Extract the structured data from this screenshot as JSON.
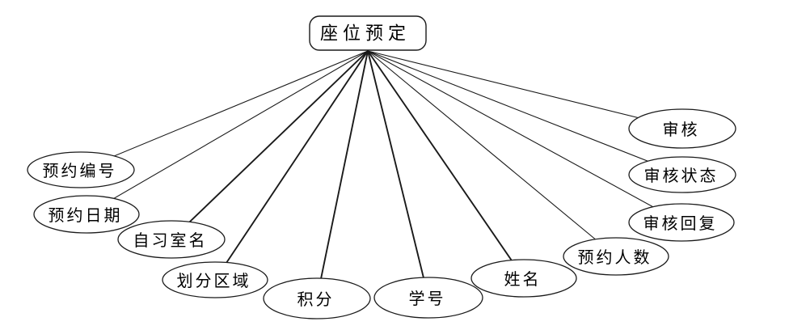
{
  "diagram": {
    "type": "er-attribute-diagram",
    "entity": {
      "label": "座位预定"
    },
    "attributes": [
      {
        "id": "reservation-number",
        "label": "预约编号"
      },
      {
        "id": "reservation-date",
        "label": "预约日期"
      },
      {
        "id": "study-room-name",
        "label": "自习室名"
      },
      {
        "id": "partition-area",
        "label": "划分区域"
      },
      {
        "id": "points",
        "label": "积分"
      },
      {
        "id": "student-id",
        "label": "学号"
      },
      {
        "id": "student-name",
        "label": "姓名"
      },
      {
        "id": "reservation-people",
        "label": "预约人数"
      },
      {
        "id": "review-reply",
        "label": "审核回复"
      },
      {
        "id": "review-status",
        "label": "审核状态"
      },
      {
        "id": "review",
        "label": "审核"
      }
    ],
    "colors": {
      "background": "#ffffff",
      "node_fill": "#ffffff",
      "stroke": "#1a1a1a",
      "text": "#000000"
    }
  }
}
